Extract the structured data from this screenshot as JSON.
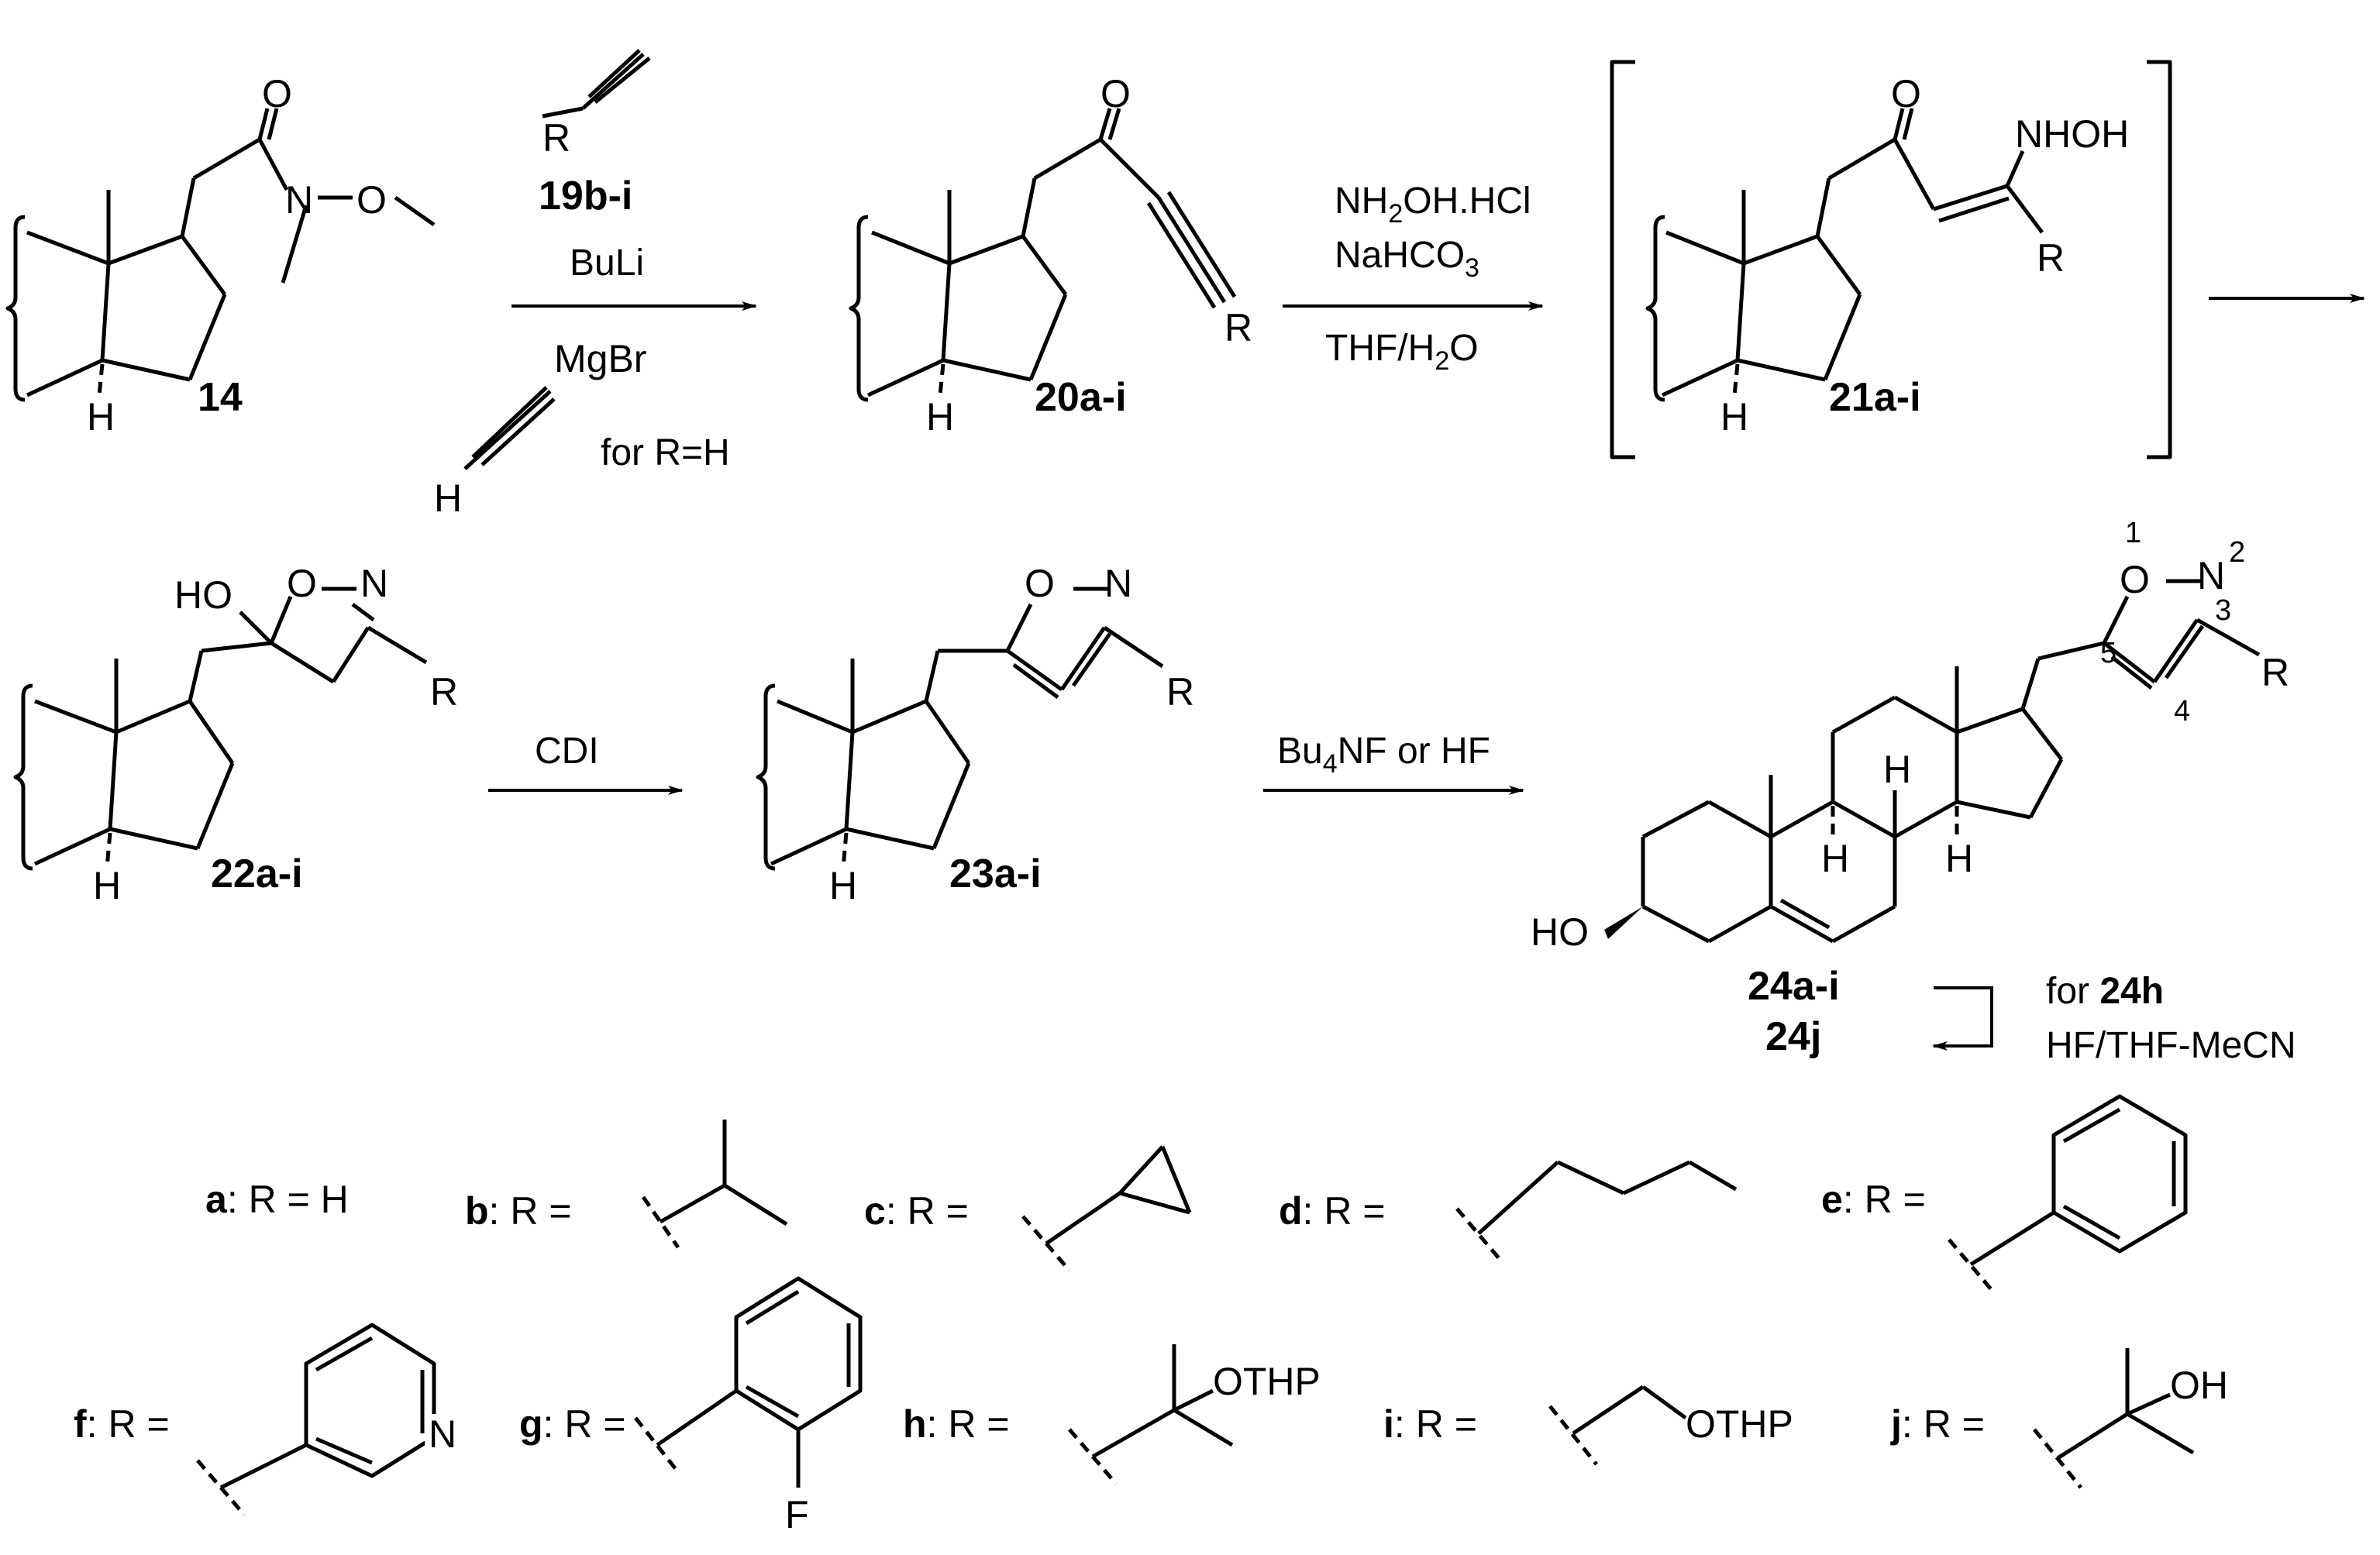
{
  "compounds": {
    "c14": "14",
    "c19": "19b-i",
    "c20": "20a-i",
    "c21": "21a-i",
    "c22": "22a-i",
    "c23": "23a-i",
    "c24": "24a-i",
    "c24j": "24j"
  },
  "atoms": {
    "O": "O",
    "N": "N",
    "R": "R",
    "H": "H",
    "NHOH": "NHOH",
    "HO": "HO",
    "MgBr": "MgBr",
    "F": "F",
    "OTHP": "OTHP",
    "OH": "OH"
  },
  "reagents": {
    "step1_top": "BuLi",
    "step1_note": "for R=H",
    "step2_line1": "NH2OH.HCl",
    "step2_line2": "NaHCO3",
    "step2_line3": "THF/H2O",
    "step3": "CDI",
    "step4": "Bu4NF or HF",
    "step5_line1_prefix": "for",
    "step5_line1_bold": "24h",
    "step5_line2": "HF/THF-MeCN"
  },
  "ring_numbers": [
    "1",
    "2",
    "3",
    "4",
    "5"
  ],
  "substituents": [
    {
      "key": "a",
      "text": ": R = H"
    },
    {
      "key": "b",
      "text": ": R ="
    },
    {
      "key": "c",
      "text": ": R ="
    },
    {
      "key": "d",
      "text": ": R ="
    },
    {
      "key": "e",
      "text": ": R ="
    },
    {
      "key": "f",
      "text": ": R ="
    },
    {
      "key": "g",
      "text": ": R ="
    },
    {
      "key": "h",
      "text": ": R ="
    },
    {
      "key": "i",
      "text": ": R ="
    },
    {
      "key": "j",
      "text": ": R ="
    }
  ]
}
